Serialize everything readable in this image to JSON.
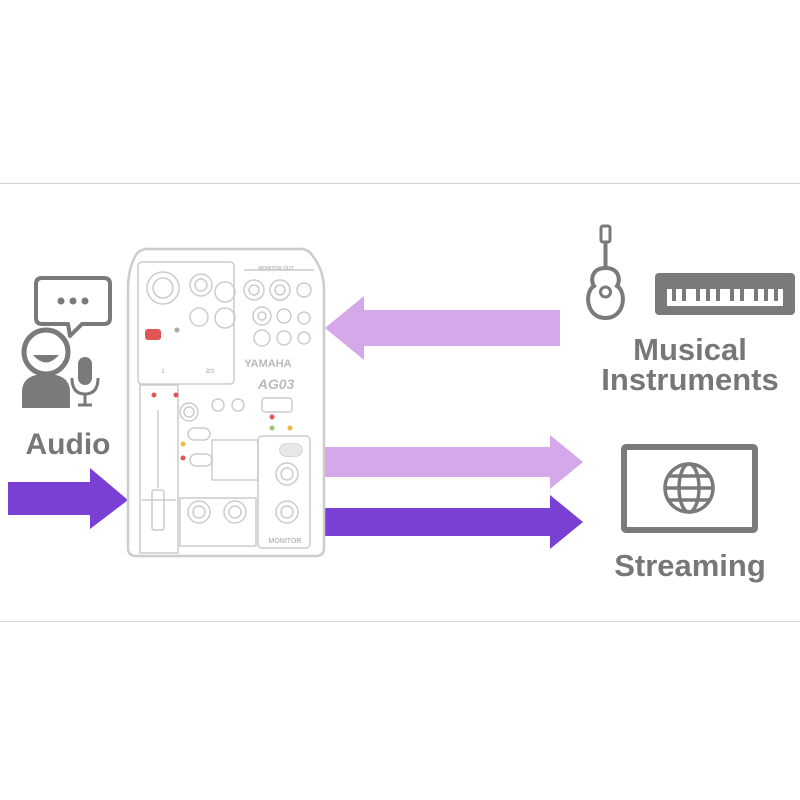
{
  "labels": {
    "audio": "Audio",
    "musical_line1": "Musical",
    "musical_line2": "Instruments",
    "streaming": "Streaming"
  },
  "device": {
    "brand": "YAMAHA",
    "model": "AG03",
    "monitor_out": "MONITOR OUT",
    "input_1": "1",
    "input_23": "2/3",
    "monitor": "MONITOR"
  },
  "icons": {
    "speaker": "person-speaking-icon",
    "speech": "speech-bubble-icon",
    "mic": "microphone-icon",
    "guitar": "acoustic-guitar-icon",
    "keyboard": "keyboard-instrument-icon",
    "streaming": "globe-monitor-icon"
  },
  "colors": {
    "arrow_dark": "#7a40d4",
    "arrow_light": "#d5a8ea",
    "icon_gray": "#7a7a7a",
    "label_gray": "#777777",
    "device_line": "#cccccc",
    "led_red": "#e25555"
  }
}
